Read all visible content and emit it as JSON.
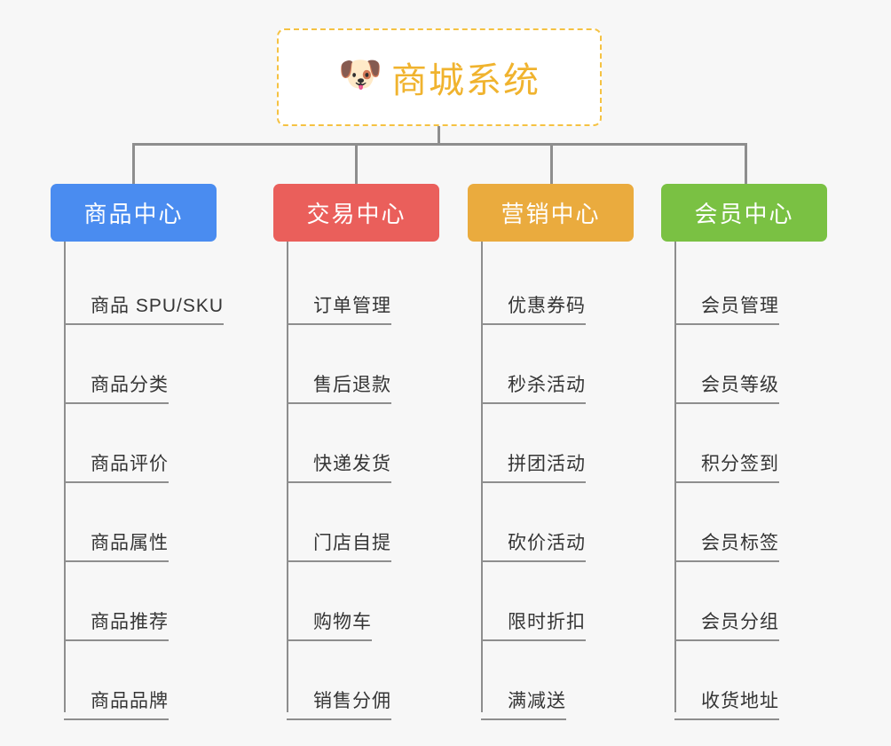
{
  "background_color": "#f7f7f7",
  "connector_color": "#8e8e8e",
  "root": {
    "icon": "shiba-dog-face-emoji",
    "emoji": "🐶",
    "title": "商城系统",
    "text_color": "#f0b32e",
    "border_color": "#f5c242",
    "background": "#ffffff"
  },
  "columns": [
    {
      "id": "product-center",
      "title": "商品中心",
      "color": "#4a8cf0",
      "items": [
        "商品 SPU/SKU",
        "商品分类",
        "商品评价",
        "商品属性",
        "商品推荐",
        "商品品牌"
      ]
    },
    {
      "id": "trade-center",
      "title": "交易中心",
      "color": "#ea5f5b",
      "items": [
        "订单管理",
        "售后退款",
        "快递发货",
        "门店自提",
        "购物车",
        "销售分佣"
      ]
    },
    {
      "id": "marketing-center",
      "title": "营销中心",
      "color": "#eaab3e",
      "items": [
        "优惠券码",
        "秒杀活动",
        "拼团活动",
        "砍价活动",
        "限时折扣",
        "满减送"
      ]
    },
    {
      "id": "member-center",
      "title": "会员中心",
      "color": "#7ac143",
      "items": [
        "会员管理",
        "会员等级",
        "积分签到",
        "会员标签",
        "会员分组",
        "收货地址"
      ]
    }
  ]
}
